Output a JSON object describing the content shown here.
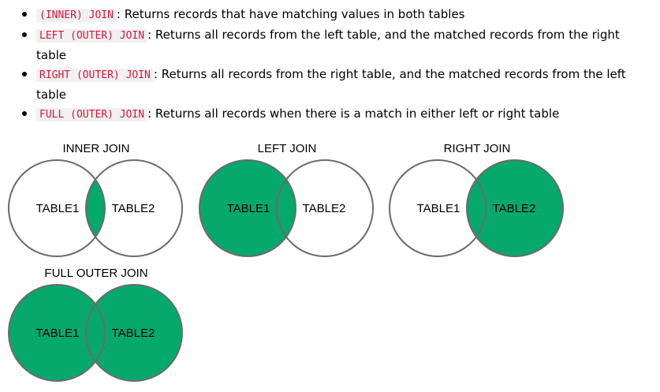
{
  "definitions": [
    {
      "code": "(INNER) JOIN",
      "text": ": Returns records that have matching values in both tables"
    },
    {
      "code": "LEFT (OUTER) JOIN",
      "text": ": Returns all records from the left table, and the matched records from the right table"
    },
    {
      "code": "RIGHT (OUTER) JOIN",
      "text": ": Returns all records from the right table, and the matched records from the left table"
    },
    {
      "code": "FULL (OUTER) JOIN",
      "text": ": Returns all records when there is a match in either left or right table"
    }
  ],
  "diagrams": [
    {
      "title": "INNER JOIN",
      "left_label": "TABLE1",
      "right_label": "TABLE2",
      "highlight": "intersection"
    },
    {
      "title": "LEFT JOIN",
      "left_label": "TABLE1",
      "right_label": "TABLE2",
      "highlight": "left"
    },
    {
      "title": "RIGHT JOIN",
      "left_label": "TABLE1",
      "right_label": "TABLE2",
      "highlight": "right"
    },
    {
      "title": "FULL OUTER JOIN",
      "left_label": "TABLE1",
      "right_label": "TABLE2",
      "highlight": "both"
    }
  ],
  "colors": {
    "fill": "#05a96b",
    "stroke": "#6b6b6b",
    "code_text": "#dc143c",
    "code_bg": "#f1f1f1"
  }
}
